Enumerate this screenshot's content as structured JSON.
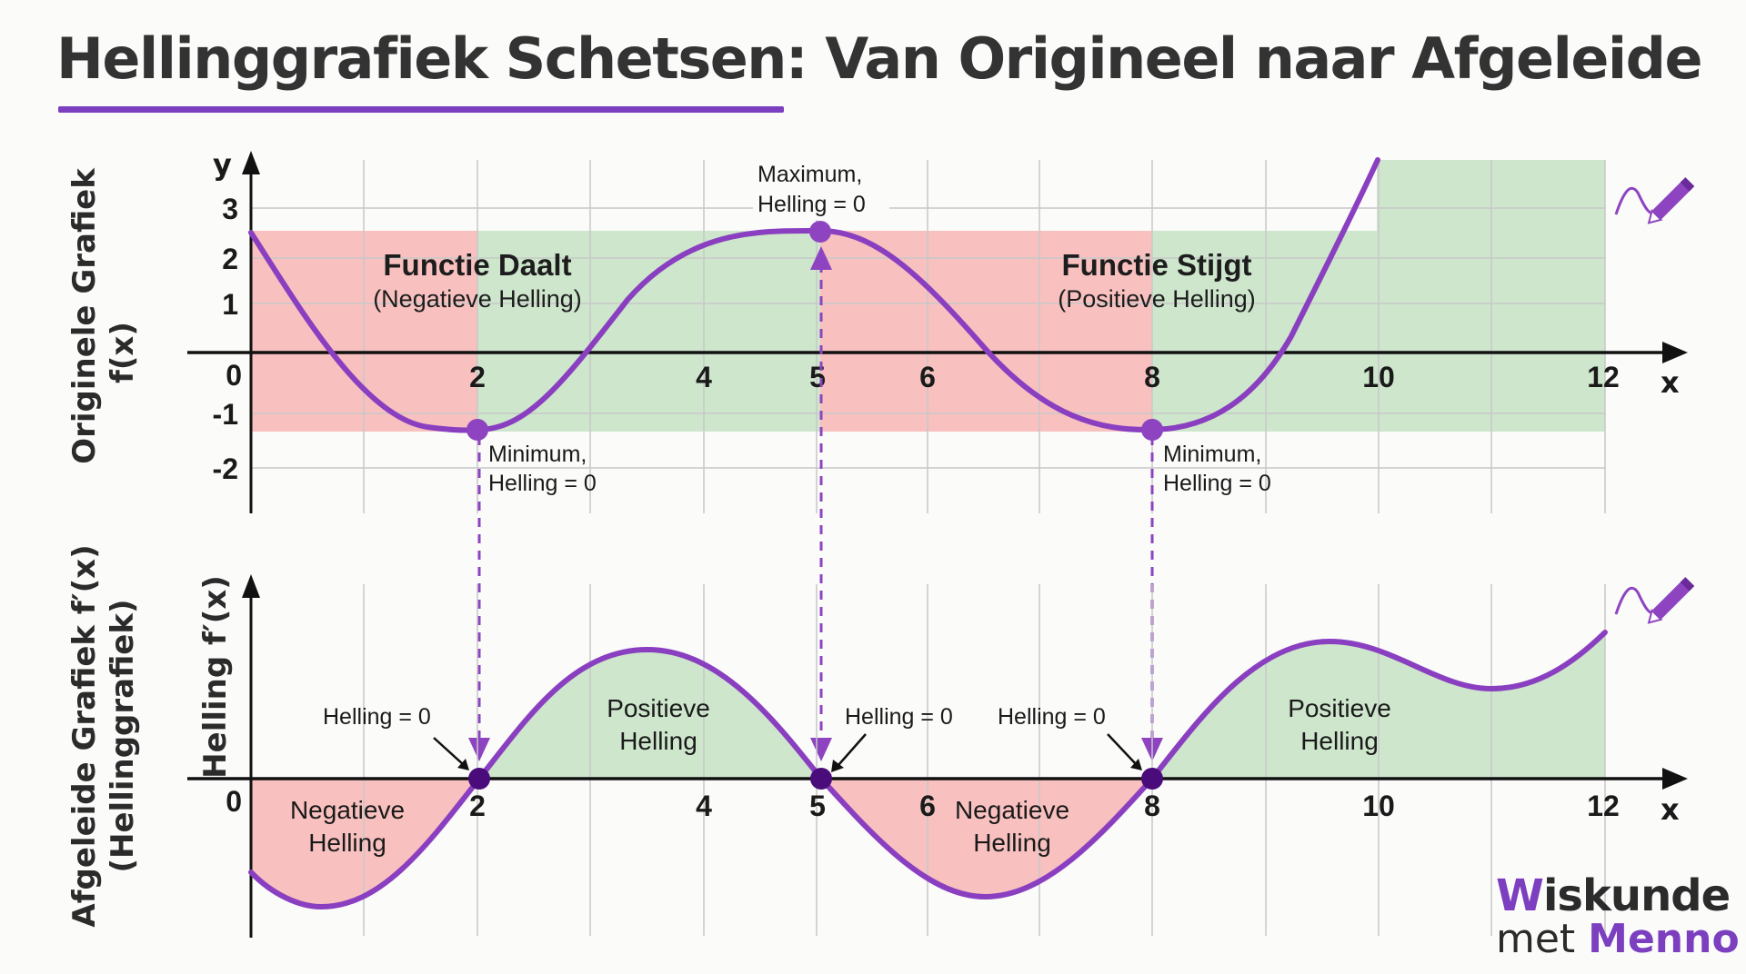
{
  "title": "Hellinggrafiek Schetsen: Van Origineel naar Afgeleide",
  "colors": {
    "accent": "#7b3fbf",
    "curve": "#8a3fc0",
    "dot_top": "#8e44c0",
    "dot_bottom": "#4a0c7a",
    "negative_fill": "#f8c1bf",
    "positive_fill": "#cde6cc",
    "grid": "#c9c9c9",
    "axis": "#111111"
  },
  "top_chart": {
    "side_label_line1": "Originele Grafiek",
    "side_label_line2": "f(x)",
    "y_axis_label": "y",
    "x_axis_label": "x",
    "y_ticks": [
      "3",
      "2",
      "1",
      "0",
      "-1",
      "-2"
    ],
    "x_ticks": [
      "2",
      "4",
      "5",
      "6",
      "8",
      "10",
      "12"
    ],
    "region_left_title": "Functie Daalt",
    "region_left_sub": "(Negatieve Helling)",
    "region_right_title": "Functie Stijgt",
    "region_right_sub": "(Positieve Helling)",
    "max_label_line1": "Maximum,",
    "max_label_line2": "Helling = 0",
    "min1_label_line1": "Minimum,",
    "min1_label_line2": "Helling = 0",
    "min2_label_line1": "Minimum,",
    "min2_label_line2": "Helling = 0"
  },
  "bottom_chart": {
    "side_label_line1": "Afgeleide Grafiek f′(x)",
    "side_label_line2": "(Hellinggrafiek)",
    "y_axis_label": "Helling f′(x)",
    "x_axis_label": "x",
    "origin_label": "0",
    "x_ticks": [
      "2",
      "4",
      "5",
      "6",
      "8",
      "10",
      "12"
    ],
    "zero_label_1": "Helling = 0",
    "zero_label_2": "Helling = 0",
    "zero_label_3": "Helling = 0",
    "neg_label_1_line1": "Negatieve",
    "neg_label_1_line2": "Helling",
    "pos_label_1_line1": "Positieve",
    "pos_label_1_line2": "Helling",
    "neg_label_2_line1": "Negatieve",
    "neg_label_2_line2": "Helling",
    "pos_label_2_line1": "Positieve",
    "pos_label_2_line2": "Helling"
  },
  "logo": {
    "line1_accent": "W",
    "line1_rest": "iskunde",
    "line2_plain": "met ",
    "line2_accent": "Menno"
  },
  "chart_data": [
    {
      "type": "line",
      "title": "Originele Grafiek f(x)",
      "xlabel": "x",
      "ylabel": "y",
      "xlim": [
        0,
        12
      ],
      "ylim": [
        -2,
        3
      ],
      "x": [
        0,
        1,
        2,
        3,
        4,
        5,
        6,
        7,
        8,
        9,
        9.8
      ],
      "series": [
        {
          "name": "f(x)",
          "values": [
            2.5,
            0.3,
            -1.3,
            -0.6,
            1.6,
            2.5,
            1.3,
            -0.5,
            -1.3,
            -0.2,
            3.5
          ]
        }
      ],
      "critical_points": [
        {
          "x": 2,
          "type": "minimum",
          "slope": 0
        },
        {
          "x": 5,
          "type": "maximum",
          "slope": 0
        },
        {
          "x": 8,
          "type": "minimum",
          "slope": 0
        }
      ],
      "regions": [
        {
          "from": 0,
          "to": 2,
          "label": "Functie Daalt (Negatieve Helling)",
          "sign": "negative"
        },
        {
          "from": 2,
          "to": 5,
          "sign": "positive"
        },
        {
          "from": 5,
          "to": 8,
          "sign": "negative"
        },
        {
          "from": 8,
          "to": 12,
          "label": "Functie Stijgt (Positieve Helling)",
          "sign": "positive"
        }
      ],
      "grid": true
    },
    {
      "type": "area",
      "title": "Afgeleide Grafiek f′(x) (Hellinggrafiek)",
      "xlabel": "x",
      "ylabel": "Helling f′(x)",
      "xlim": [
        0,
        12
      ],
      "x": [
        0,
        0.6,
        2,
        3.2,
        5,
        6.4,
        8,
        9.5,
        11,
        12
      ],
      "series": [
        {
          "name": "f′(x)",
          "values": [
            -0.5,
            -0.7,
            0,
            0.7,
            0,
            -0.65,
            0,
            0.7,
            0.47,
            0.8
          ]
        }
      ],
      "zeros": [
        2,
        5,
        8
      ],
      "grid": true
    }
  ]
}
